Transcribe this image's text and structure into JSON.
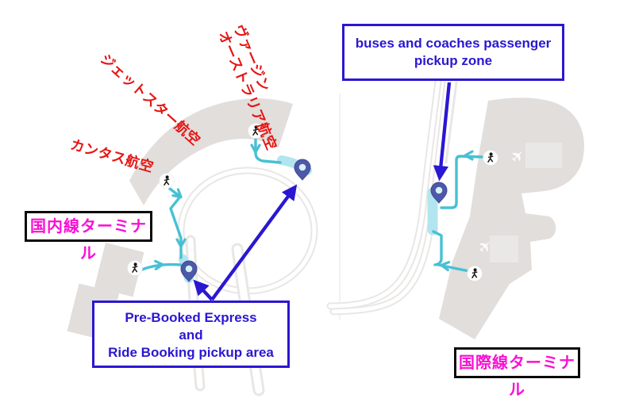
{
  "annotations": {
    "buses_box": {
      "line1": "buses and coaches passenger",
      "line2": "pickup zone"
    },
    "prebooked_box": {
      "line1": "Pre-Booked Express",
      "line2": "and",
      "line3": "Ride Booking pickup area"
    }
  },
  "terminal_labels": {
    "domestic": "国内線ターミナル",
    "international": "国際線ターミナル"
  },
  "airline_labels": {
    "qantas": "カンタス航空",
    "jetstar": "ジェットスター航空",
    "virgin_line1": "ヴァージン",
    "virgin_line2": "オーストラリア航空"
  },
  "icons": {
    "walker": "pedestrian-walking-icon",
    "pin": "location-pin-icon",
    "plane_glyph": "✈"
  },
  "colors": {
    "annotation_blue": "#2a17d2",
    "terminal_magenta": "#fa0fd4",
    "airline_red": "#e51512",
    "route_cyan": "#48c0d4",
    "route_highlight": "#b2e5ef",
    "pin_body": "#4c58a8",
    "building_gray": "#e1dedc"
  }
}
